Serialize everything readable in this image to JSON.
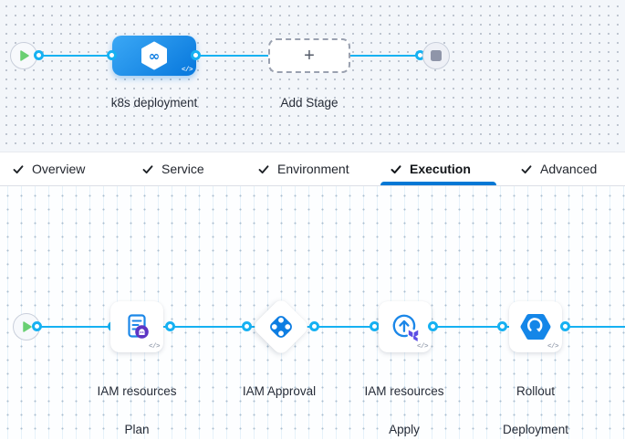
{
  "stage_panel": {
    "stage_name": "k8s deployment",
    "add_stage_label": "Add Stage",
    "plus_glyph": "+",
    "code_icon_label": "</>",
    "k8s_icon_glyph": "∞"
  },
  "tabs": {
    "items": [
      {
        "label": "Overview",
        "active": false
      },
      {
        "label": "Service",
        "active": false
      },
      {
        "label": "Environment",
        "active": false
      },
      {
        "label": "Execution",
        "active": true
      },
      {
        "label": "Advanced",
        "active": false
      }
    ]
  },
  "execution_panel": {
    "steps": [
      {
        "name_line1": "IAM resources",
        "name_line2": "Plan",
        "type": "terraform-plan"
      },
      {
        "name_line1": "IAM Approval",
        "name_line2": "",
        "type": "harness-approval"
      },
      {
        "name_line1": "IAM resources",
        "name_line2": "Apply",
        "type": "terraform-apply"
      },
      {
        "name_line1": "Rollout",
        "name_line2": "Deployment",
        "type": "k8s-rolling-deployment"
      }
    ]
  },
  "colors": {
    "edge_blue": "#16b1f2",
    "accent_blue": "#0278d5",
    "node_blue": "#0d7de2",
    "terraform_purple": "#5c4ee5",
    "badge_purple": "#5d35c4",
    "play_green": "#69cf72",
    "stop_gray": "#8f95a9"
  }
}
